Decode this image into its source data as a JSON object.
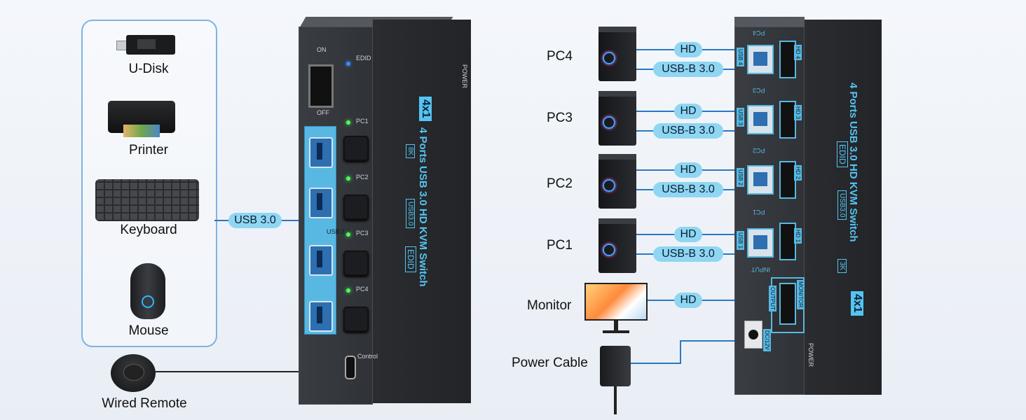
{
  "peripherals": [
    {
      "id": "udisk",
      "label": "U-Disk"
    },
    {
      "id": "printer",
      "label": "Printer"
    },
    {
      "id": "keyboard",
      "label": "Keyboard"
    },
    {
      "id": "mouse",
      "label": "Mouse"
    }
  ],
  "wired_remote": "Wired Remote",
  "usb_pill": "USB 3.0",
  "front_panel": {
    "on": "ON",
    "off": "OFF",
    "edid": "EDID",
    "power": "POWER",
    "pcs": [
      "PC1",
      "PC2",
      "PC3",
      "PC4"
    ],
    "usb_label": "USB 3.0",
    "control": "Control",
    "badge": "4x1",
    "title": "4 Ports USB 3.0 HD KVM Switch",
    "chips": [
      "8K",
      "USB3.0",
      "EDID"
    ]
  },
  "pcs": [
    {
      "label": "PC4",
      "hd": "HD",
      "usb": "USB-B 3.0"
    },
    {
      "label": "PC3",
      "hd": "HD",
      "usb": "USB-B 3.0"
    },
    {
      "label": "PC2",
      "hd": "HD",
      "usb": "USB-B 3.0"
    },
    {
      "label": "PC1",
      "hd": "HD",
      "usb": "USB-B 3.0"
    }
  ],
  "monitor": {
    "label": "Monitor",
    "hd": "HD"
  },
  "power_cable": "Power Cable",
  "back_panel": {
    "badge": "4x1",
    "title": "4 Ports USB 3.0 HD KVM Switch",
    "chips": [
      "3K",
      "USB3.0",
      "EDID"
    ],
    "hd_ports": [
      "HD 4",
      "HD 3",
      "HD 2",
      "HD 1"
    ],
    "usb_ports": [
      "USB 4",
      "USB 3",
      "USB 2",
      "USB 1"
    ],
    "pc_marks": [
      "PC4",
      "PC3",
      "PC2",
      "PC1"
    ],
    "input": "INPUT",
    "output": "OUTPUT",
    "monitor": "MONITOR",
    "dc": "DC/12V",
    "power": "POWER"
  },
  "colors": {
    "accent": "#8fd6f2",
    "wire": "#2b78c2",
    "device": "#2f3236",
    "port_blue": "#58b8e2",
    "led": "#4cff5a"
  }
}
